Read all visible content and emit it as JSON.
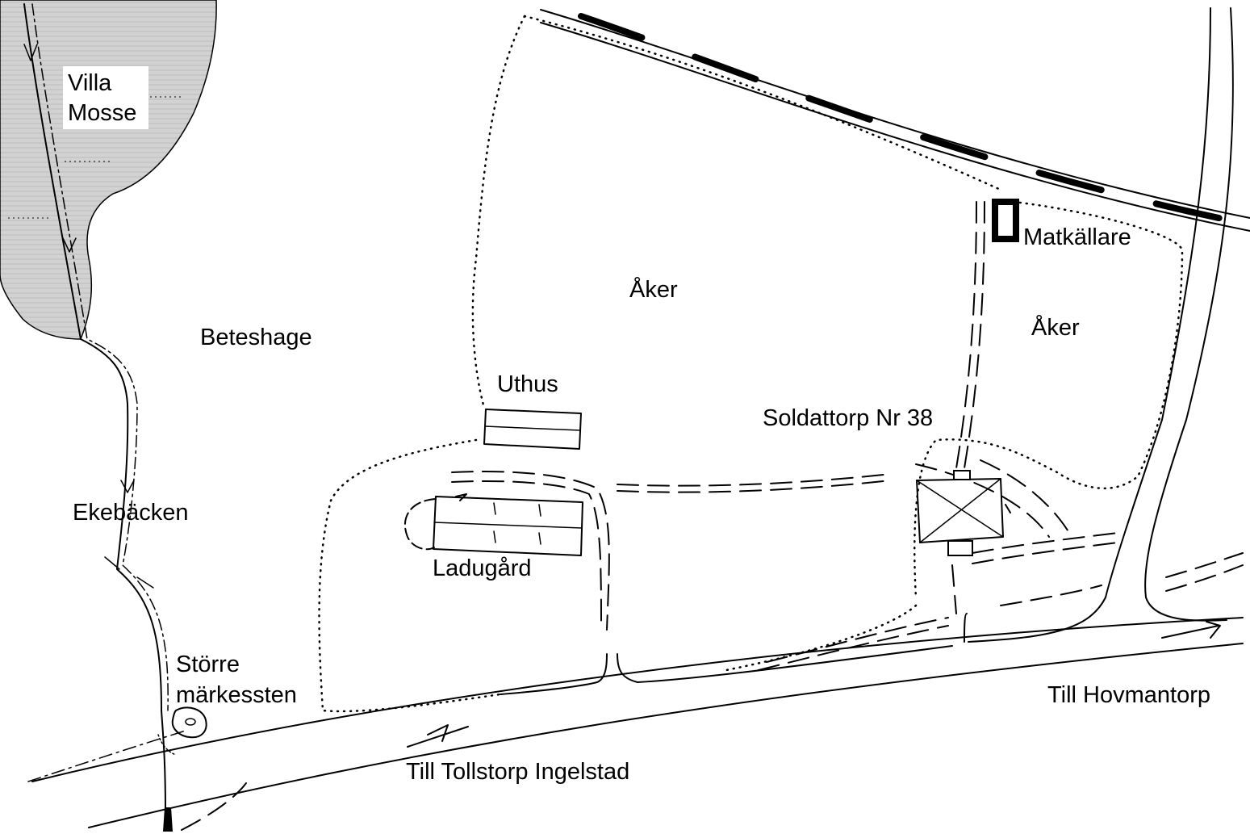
{
  "labels": {
    "villa": "Villa",
    "mosse": "Mosse",
    "beteshage": "Beteshage",
    "aker_left": "Åker",
    "aker_right": "Åker",
    "matkallare": "Matkällare",
    "uthus": "Uthus",
    "soldattorp": "Soldattorp Nr 38",
    "ekebacken": "Ekebäcken",
    "ladugard": "Ladugård",
    "storre": "Större",
    "markessten": "märkessten",
    "till_hovmantorp": "Till Hovmantorp",
    "till_tollstorp": "Till Tollstorp Ingelstad"
  },
  "colors": {
    "ink": "#000000",
    "paper": "#ffffff",
    "marsh": "#d2d2d2"
  }
}
